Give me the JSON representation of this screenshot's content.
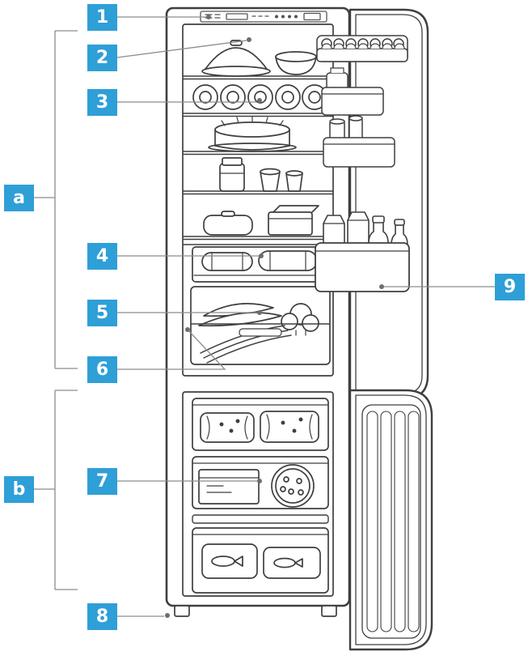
{
  "colors": {
    "accent": "#2f9fd7",
    "callout_line": "#8c8c8c",
    "artwork_line": "#3f3f3f"
  },
  "callouts": {
    "1": "1",
    "2": "2",
    "3": "3",
    "4": "4",
    "5": "5",
    "6": "6",
    "7": "7",
    "8": "8",
    "9": "9",
    "a": "a",
    "b": "b"
  }
}
